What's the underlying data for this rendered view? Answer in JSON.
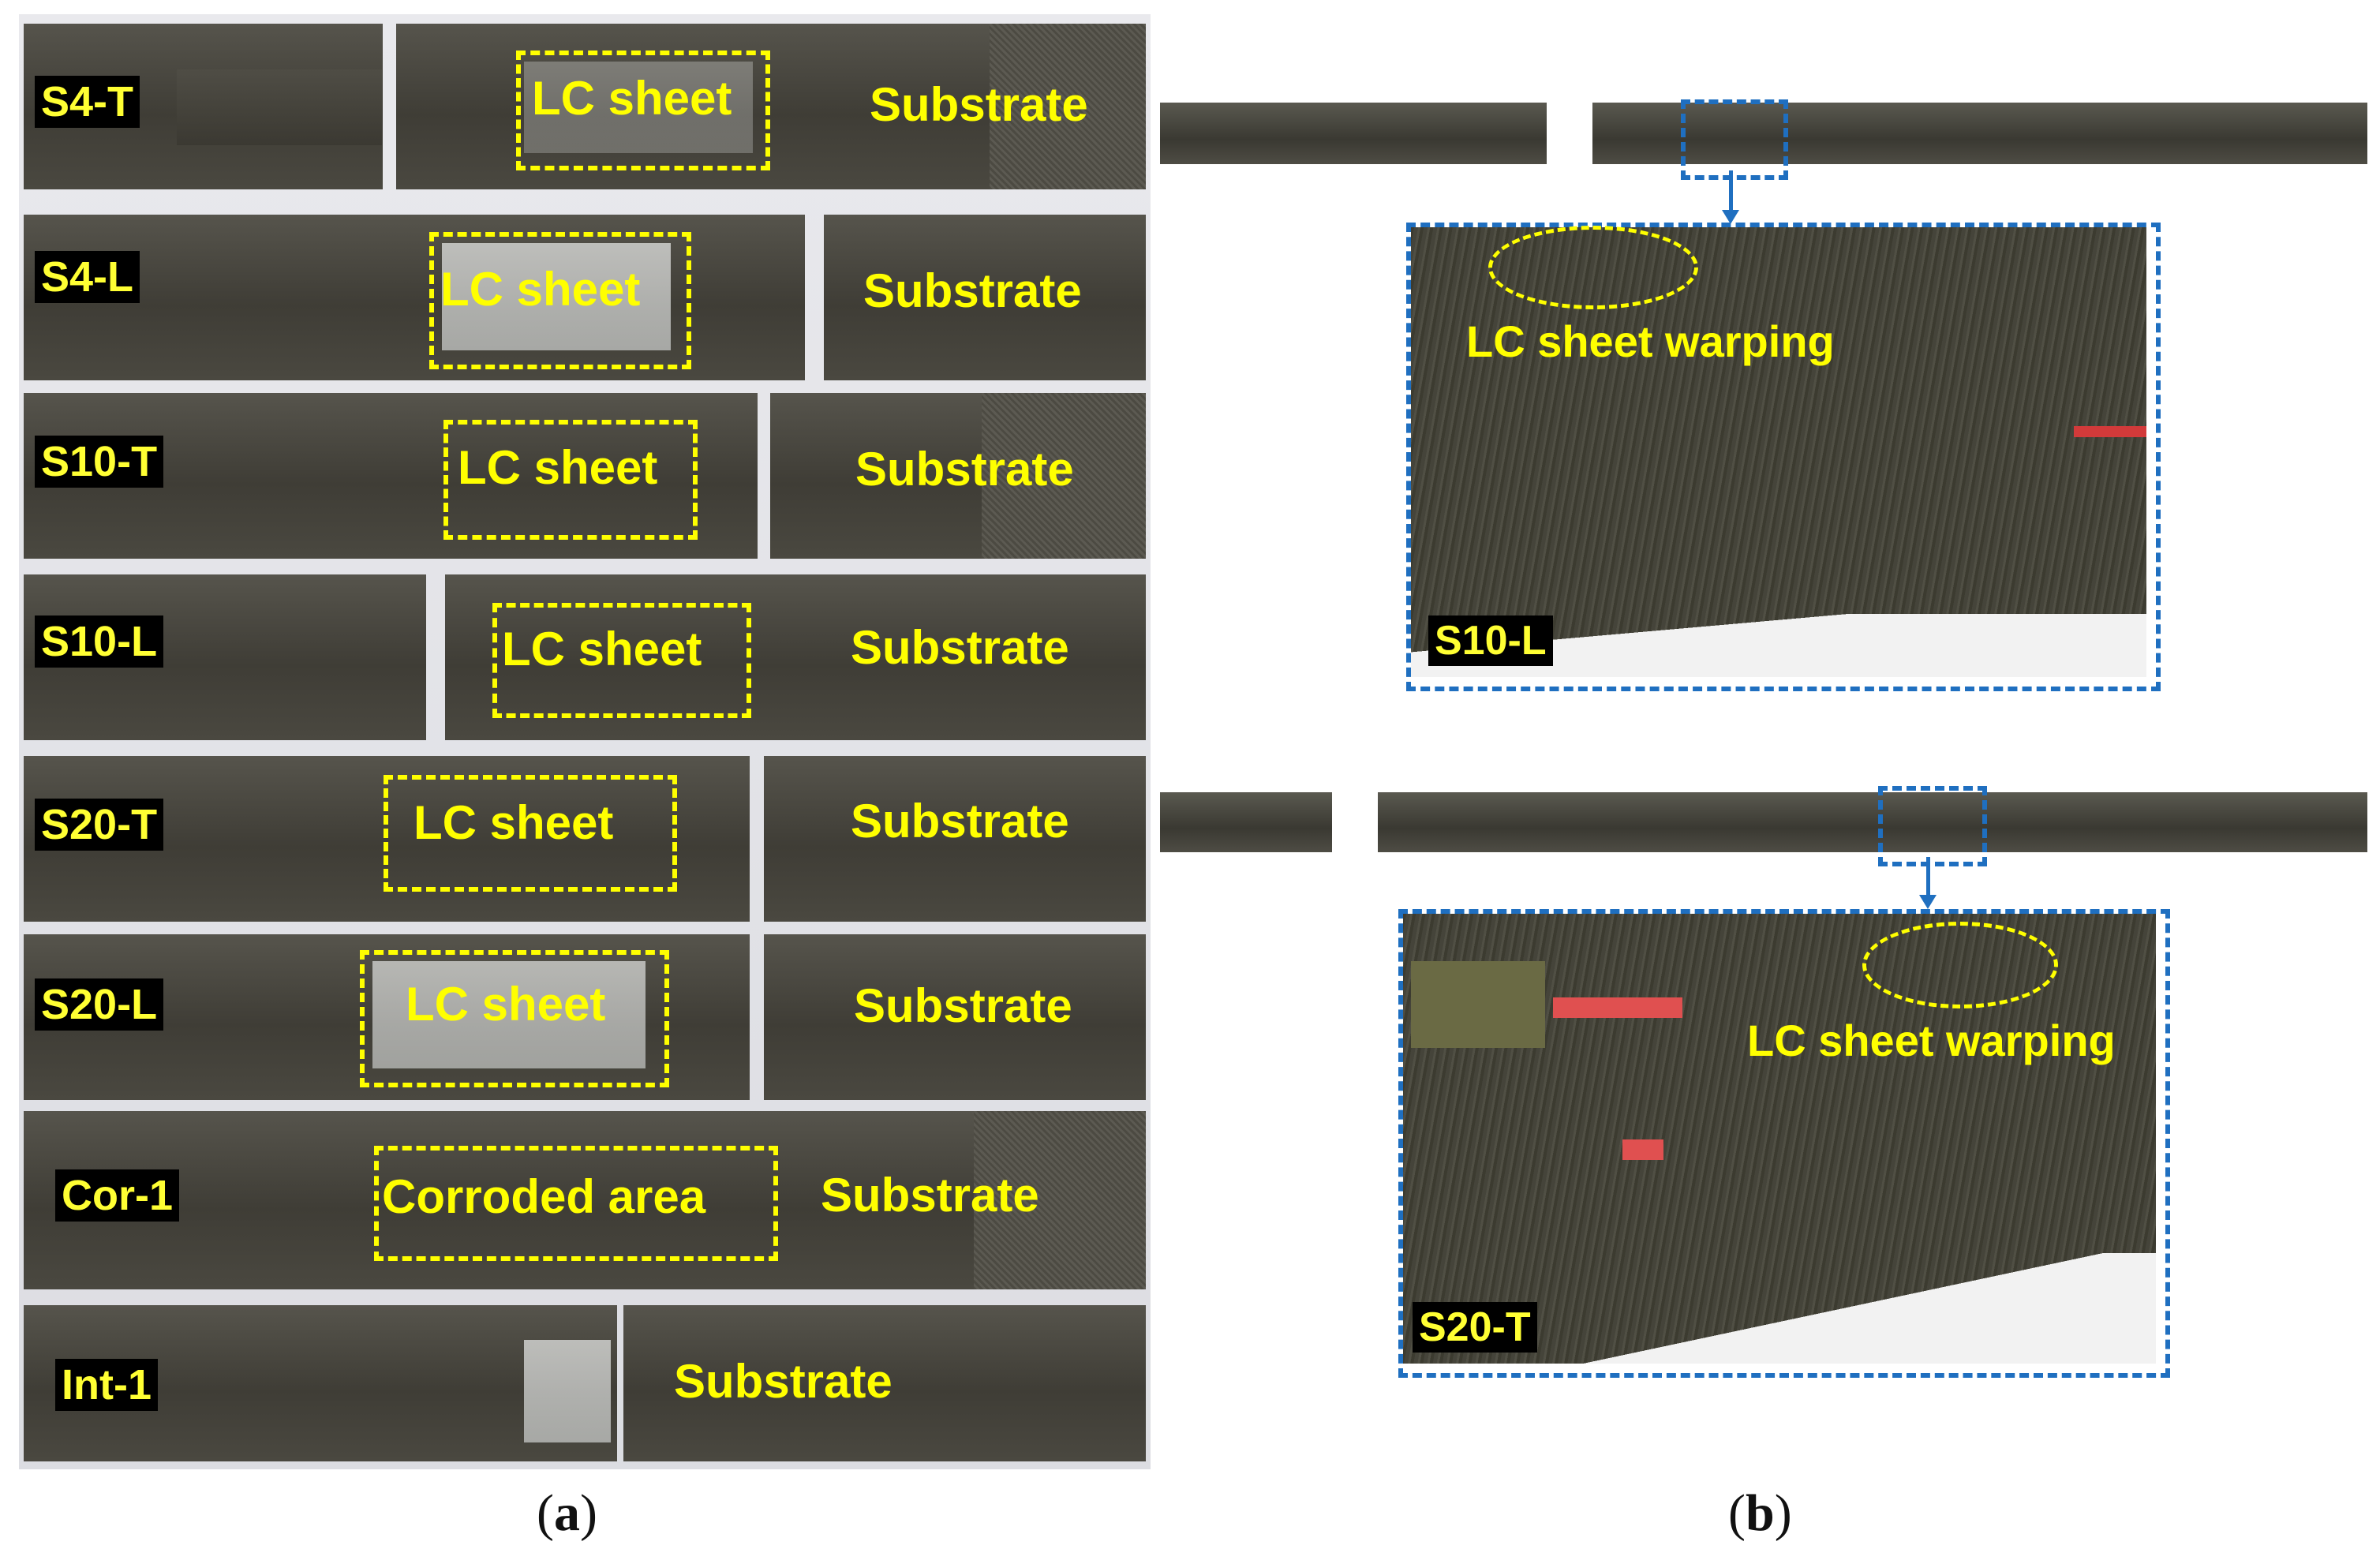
{
  "panel_a": {
    "specimens": [
      {
        "id": "S4-T",
        "region": "LC sheet",
        "substrate": "Substrate"
      },
      {
        "id": "S4-L",
        "region": "LC sheet",
        "substrate": "Substrate"
      },
      {
        "id": "S10-T",
        "region": "LC sheet",
        "substrate": "Substrate"
      },
      {
        "id": "S10-L",
        "region": "LC sheet",
        "substrate": "Substrate"
      },
      {
        "id": "S20-T",
        "region": "LC sheet",
        "substrate": "Substrate"
      },
      {
        "id": "S20-L",
        "region": "LC sheet",
        "substrate": "Substrate"
      },
      {
        "id": "Cor-1",
        "region": "Corroded area",
        "substrate": "Substrate"
      },
      {
        "id": "Int-1",
        "region": "",
        "substrate": "Substrate"
      }
    ],
    "caption_open": "(",
    "caption_letter": "a",
    "caption_close": ")"
  },
  "panel_b": {
    "insets": [
      {
        "label": "S10-L",
        "annotation": "LC sheet warping"
      },
      {
        "label": "S20-T",
        "annotation": "LC sheet warping"
      }
    ],
    "caption_open": "(",
    "caption_letter": "b",
    "caption_close": ")"
  },
  "colors": {
    "annotation": "#ffff00",
    "highlight_box": "#1f6fc0",
    "label_background": "#000000"
  }
}
